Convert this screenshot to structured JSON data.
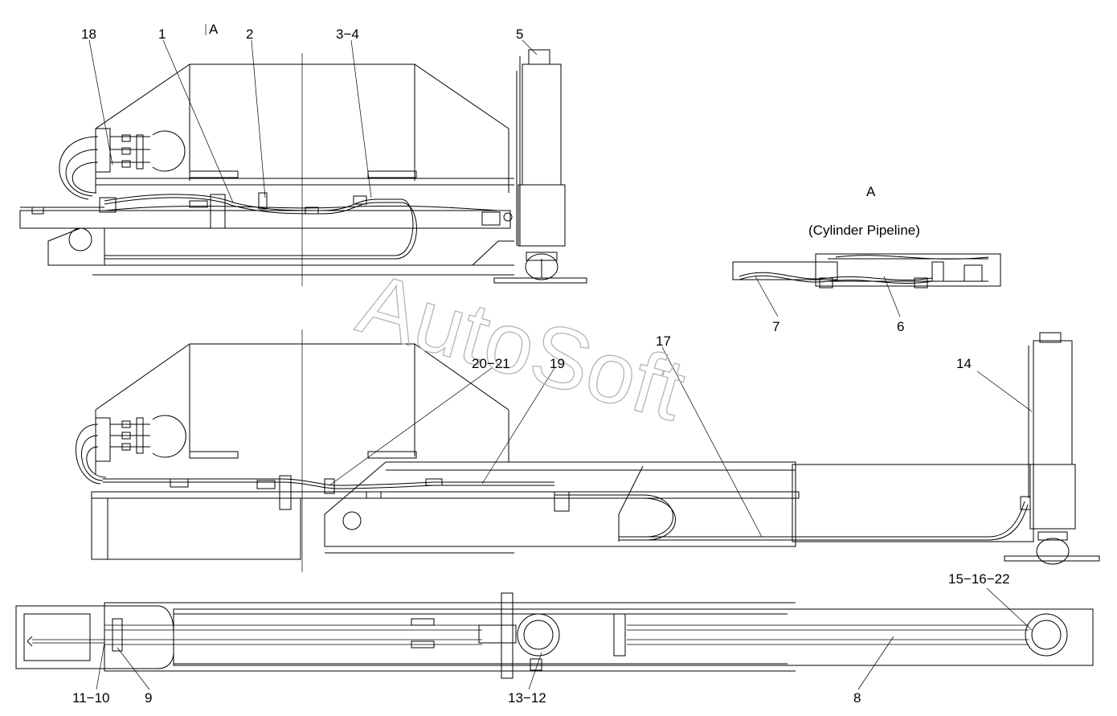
{
  "watermark": "AutoSoft",
  "view_a": {
    "marker": "A",
    "title": "A",
    "subtitle": "(Cylinder Pipeline)"
  },
  "callouts": {
    "c18": "18",
    "c1": "1",
    "c2": "2",
    "c3_4": "3−4",
    "c5": "5",
    "c7": "7",
    "c6": "6",
    "c20_21": "20−21",
    "c19": "19",
    "c17": "17",
    "c14": "14",
    "c15_16_22": "15−16−22",
    "c11_10": "11−10",
    "c9": "9",
    "c13_12": "13−12",
    "c8": "8"
  }
}
